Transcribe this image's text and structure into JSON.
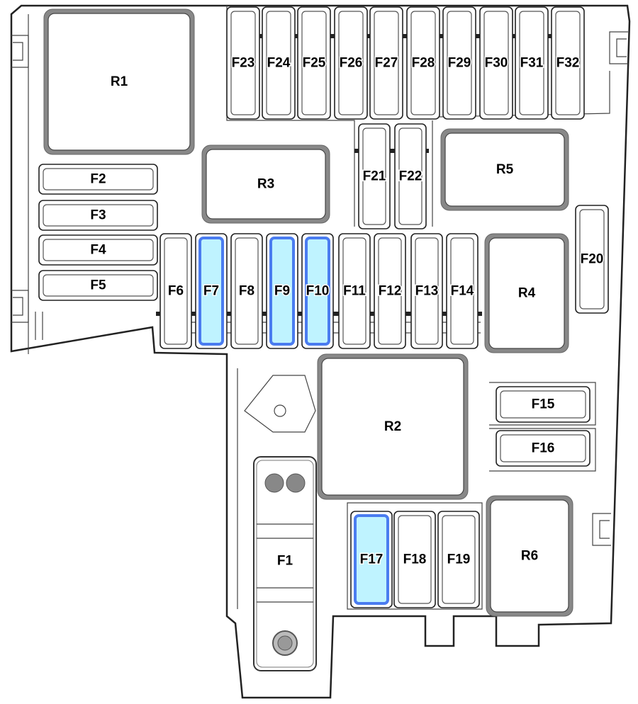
{
  "diagram": {
    "highlight_color": "#4a7cf0",
    "highlight_fill": "#bff3ff",
    "relays": [
      {
        "id": "R1",
        "label": "R1"
      },
      {
        "id": "R2",
        "label": "R2"
      },
      {
        "id": "R3",
        "label": "R3"
      },
      {
        "id": "R4",
        "label": "R4"
      },
      {
        "id": "R5",
        "label": "R5"
      },
      {
        "id": "R6",
        "label": "R6"
      }
    ],
    "fuses": [
      {
        "id": "F1",
        "label": "F1",
        "highlighted": false
      },
      {
        "id": "F2",
        "label": "F2",
        "highlighted": false
      },
      {
        "id": "F3",
        "label": "F3",
        "highlighted": false
      },
      {
        "id": "F4",
        "label": "F4",
        "highlighted": false
      },
      {
        "id": "F5",
        "label": "F5",
        "highlighted": false
      },
      {
        "id": "F6",
        "label": "F6",
        "highlighted": false
      },
      {
        "id": "F7",
        "label": "F7",
        "highlighted": true
      },
      {
        "id": "F8",
        "label": "F8",
        "highlighted": false
      },
      {
        "id": "F9",
        "label": "F9",
        "highlighted": true
      },
      {
        "id": "F10",
        "label": "F10",
        "highlighted": true
      },
      {
        "id": "F11",
        "label": "F11",
        "highlighted": false
      },
      {
        "id": "F12",
        "label": "F12",
        "highlighted": false
      },
      {
        "id": "F13",
        "label": "F13",
        "highlighted": false
      },
      {
        "id": "F14",
        "label": "F14",
        "highlighted": false
      },
      {
        "id": "F15",
        "label": "F15",
        "highlighted": false
      },
      {
        "id": "F16",
        "label": "F16",
        "highlighted": false
      },
      {
        "id": "F17",
        "label": "F17",
        "highlighted": true
      },
      {
        "id": "F18",
        "label": "F18",
        "highlighted": false
      },
      {
        "id": "F19",
        "label": "F19",
        "highlighted": false
      },
      {
        "id": "F20",
        "label": "F20",
        "highlighted": false
      },
      {
        "id": "F21",
        "label": "F21",
        "highlighted": false
      },
      {
        "id": "F22",
        "label": "F22",
        "highlighted": false
      },
      {
        "id": "F23",
        "label": "F23",
        "highlighted": false
      },
      {
        "id": "F24",
        "label": "F24",
        "highlighted": false
      },
      {
        "id": "F25",
        "label": "F25",
        "highlighted": false
      },
      {
        "id": "F26",
        "label": "F26",
        "highlighted": false
      },
      {
        "id": "F27",
        "label": "F27",
        "highlighted": false
      },
      {
        "id": "F28",
        "label": "F28",
        "highlighted": false
      },
      {
        "id": "F29",
        "label": "F29",
        "highlighted": false
      },
      {
        "id": "F30",
        "label": "F30",
        "highlighted": false
      },
      {
        "id": "F31",
        "label": "F31",
        "highlighted": false
      },
      {
        "id": "F32",
        "label": "F32",
        "highlighted": false
      }
    ]
  }
}
